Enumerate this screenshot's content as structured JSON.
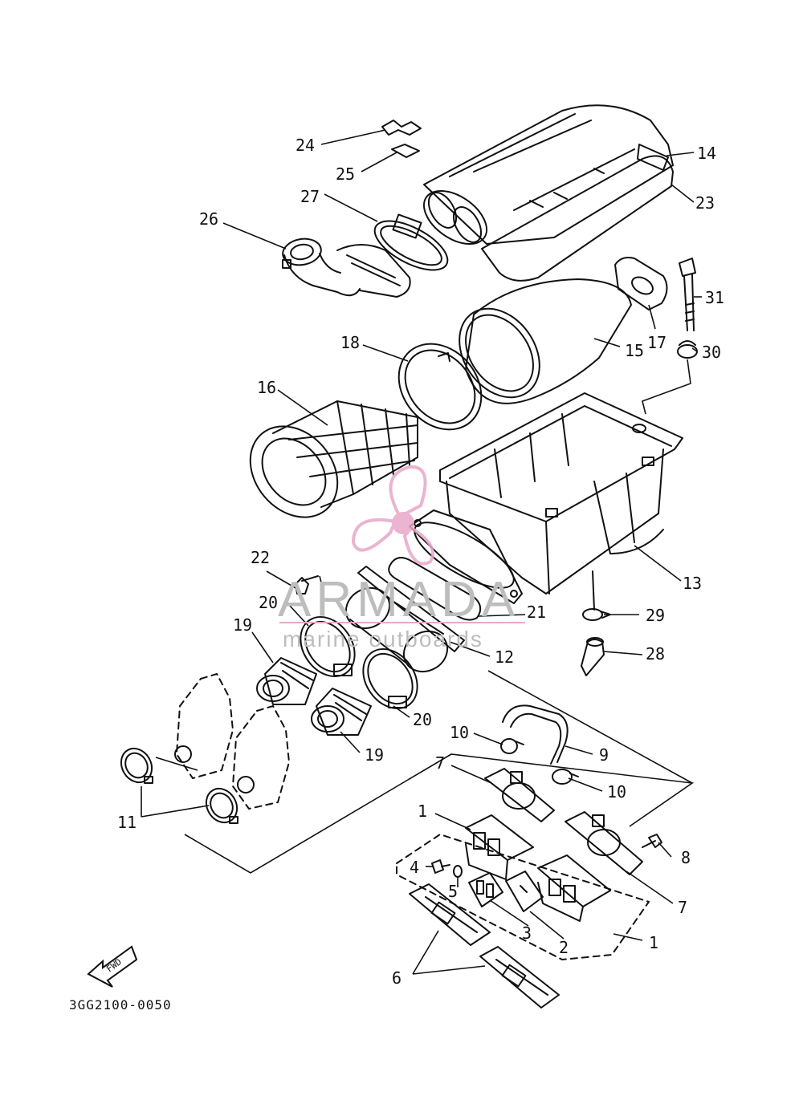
{
  "diagram": {
    "part_code": "3GG2100-0050",
    "fwd_label": "FWD",
    "callouts": {
      "c1a": "1",
      "c1b": "1",
      "c2": "2",
      "c3": "3",
      "c4": "4",
      "c5": "5",
      "c6": "6",
      "c7a": "7",
      "c7b": "7",
      "c8": "8",
      "c9": "9",
      "c10a": "10",
      "c10b": "10",
      "c11": "11",
      "c12": "12",
      "c13": "13",
      "c14": "14",
      "c15": "15",
      "c16": "16",
      "c17": "17",
      "c18": "18",
      "c19a": "19",
      "c19b": "19",
      "c20a": "20",
      "c20b": "20",
      "c21": "21",
      "c22": "22",
      "c23": "23",
      "c24": "24",
      "c25": "25",
      "c26": "26",
      "c27": "27",
      "c28": "28",
      "c29": "29",
      "c30": "30",
      "c31": "31"
    }
  },
  "watermark": {
    "brand": "ARMADA",
    "tagline": "marine outboards",
    "logo_color": "#e8a7c8"
  }
}
